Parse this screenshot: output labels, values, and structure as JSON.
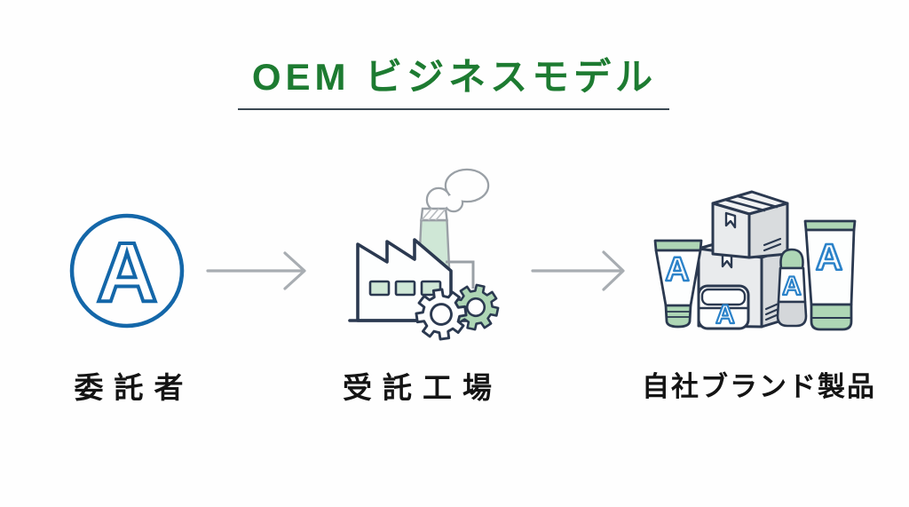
{
  "title": {
    "text": "OEM ビジネスモデル"
  },
  "brand_letter": "A",
  "flow": {
    "nodes": [
      {
        "id": "consignor",
        "label": "委託者",
        "icon": "circle-a-icon"
      },
      {
        "id": "contract-factory",
        "label": "受託工場",
        "icon": "factory-icon"
      },
      {
        "id": "own-brand-products",
        "label": "自社ブランド製品",
        "icon": "brand-products-icon"
      }
    ],
    "connectors": [
      {
        "from": "consignor",
        "to": "contract-factory",
        "icon": "arrow-right-icon"
      },
      {
        "from": "contract-factory",
        "to": "own-brand-products",
        "icon": "arrow-right-icon"
      }
    ]
  },
  "colors": {
    "background": "#fefefe",
    "title_green": "#1d7b31",
    "underline_slate": "#3b4852",
    "outline_navy": "#2b3950",
    "accent_green": "#aed6b5",
    "accent_green_light": "#cfe7d6",
    "brand_blue": "#1467a9",
    "product_letter_blue": "#2b82c9",
    "arrow_gray": "#a8adb2",
    "box_gray": "#e9ebed",
    "smoke_gray": "#9aa0a6",
    "label_black": "#141414"
  }
}
